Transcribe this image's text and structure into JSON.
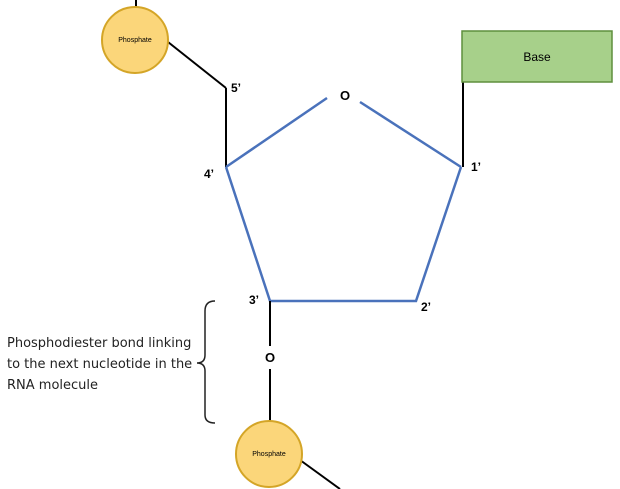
{
  "nucleotide": {
    "ring_oxygen": "O",
    "carbons": {
      "c1": "1’",
      "c2": "2’",
      "c3": "3’",
      "c4": "4’",
      "c5": "5’"
    },
    "base_label": "Base",
    "phosphate_top": "Phosphate",
    "phosphate_bottom": "Phosphate",
    "linker_oxygen": "O"
  },
  "annotation": {
    "lines": [
      "Phosphodiester bond linking",
      "to the next nucleotide in the",
      "RNA molecule"
    ]
  },
  "colors": {
    "ring": "#4a72bb",
    "bonds": "#000000",
    "phosphate_fill": "#fbd67a",
    "phosphate_stroke": "#d4a527",
    "base_fill": "#a7d08a",
    "base_stroke": "#5f8f3d"
  }
}
